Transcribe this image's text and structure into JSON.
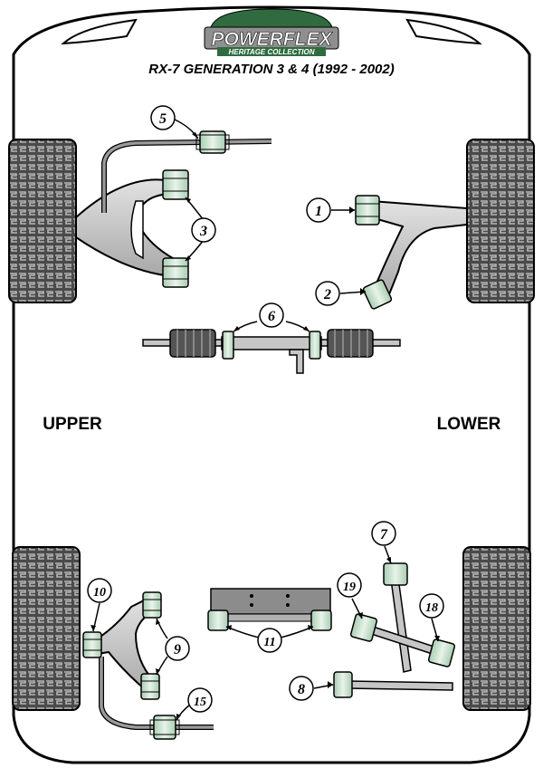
{
  "logo": {
    "brand": "POWERFLEX",
    "tagline": "HERITAGE COLLECTION"
  },
  "title": "RX-7 GENERATION 3 & 4 (1992 - 2002)",
  "section_labels": {
    "upper": "UPPER",
    "lower": "LOWER"
  },
  "callouts": {
    "n1": "1",
    "n2": "2",
    "n3": "3",
    "n5": "5",
    "n6": "6",
    "n7": "7",
    "n8": "8",
    "n9": "9",
    "n10": "10",
    "n11": "11",
    "n15": "15",
    "n18": "18",
    "n19": "19"
  },
  "colors": {
    "outline": "#000000",
    "bushing_fill": "#d3e7d7",
    "metal_fill": "#c6c6c6",
    "tyre_fill": "#4a4a4a",
    "tread_fill": "#a9a9a9",
    "logo_green": "#2f6b3f",
    "logo_banner": "#9a9a9a"
  }
}
